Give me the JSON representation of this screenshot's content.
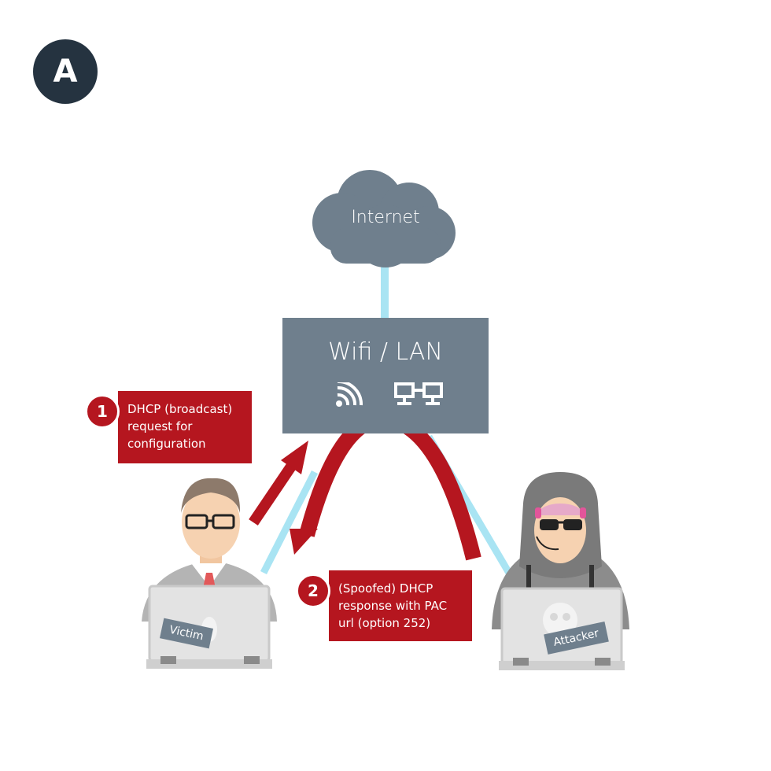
{
  "badge": {
    "letter": "A"
  },
  "cloud": {
    "label": "Internet"
  },
  "network": {
    "title": "Wifi / LAN",
    "icons": [
      "wifi-icon",
      "lan-icon"
    ]
  },
  "step1": {
    "number": "1",
    "text": "DHCP (broadcast)\nrequest for\nconfiguration"
  },
  "step2": {
    "number": "2",
    "text": "(Spoofed) DHCP\nresponse with PAC\nurl (option 252)"
  },
  "victim": {
    "label": "Victim"
  },
  "attacker": {
    "label": "Attacker"
  },
  "colors": {
    "accent_red": "#b5161f",
    "box_gray": "#6f7f8d",
    "dark": "#253340",
    "link_blue": "#a9e4f3"
  }
}
